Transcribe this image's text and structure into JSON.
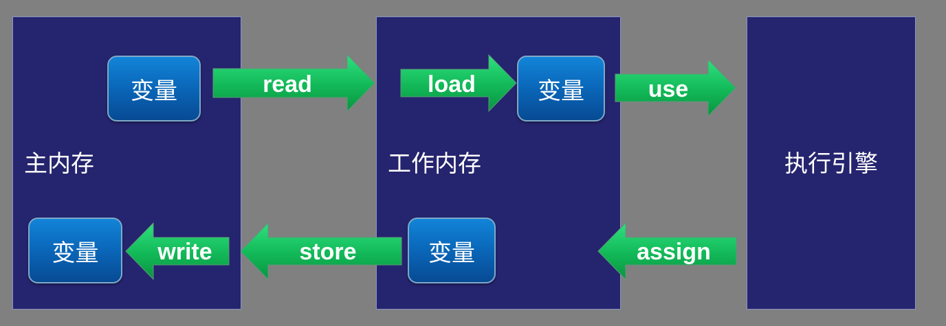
{
  "panels": {
    "main_memory": "主内存",
    "working_memory": "工作内存",
    "execution_engine": "执行引擎"
  },
  "variables": {
    "main_top": "变量",
    "working_top": "变量",
    "working_bottom": "变量",
    "main_bottom": "变量"
  },
  "operations": {
    "read": "read",
    "load": "load",
    "use": "use",
    "assign": "assign",
    "store": "store",
    "write": "write"
  },
  "colors": {
    "background": "#808080",
    "panel": "#25246e",
    "arrow_light": "#20d070",
    "arrow_dark": "#0a9a44",
    "variable_box": "#0a66b8"
  }
}
